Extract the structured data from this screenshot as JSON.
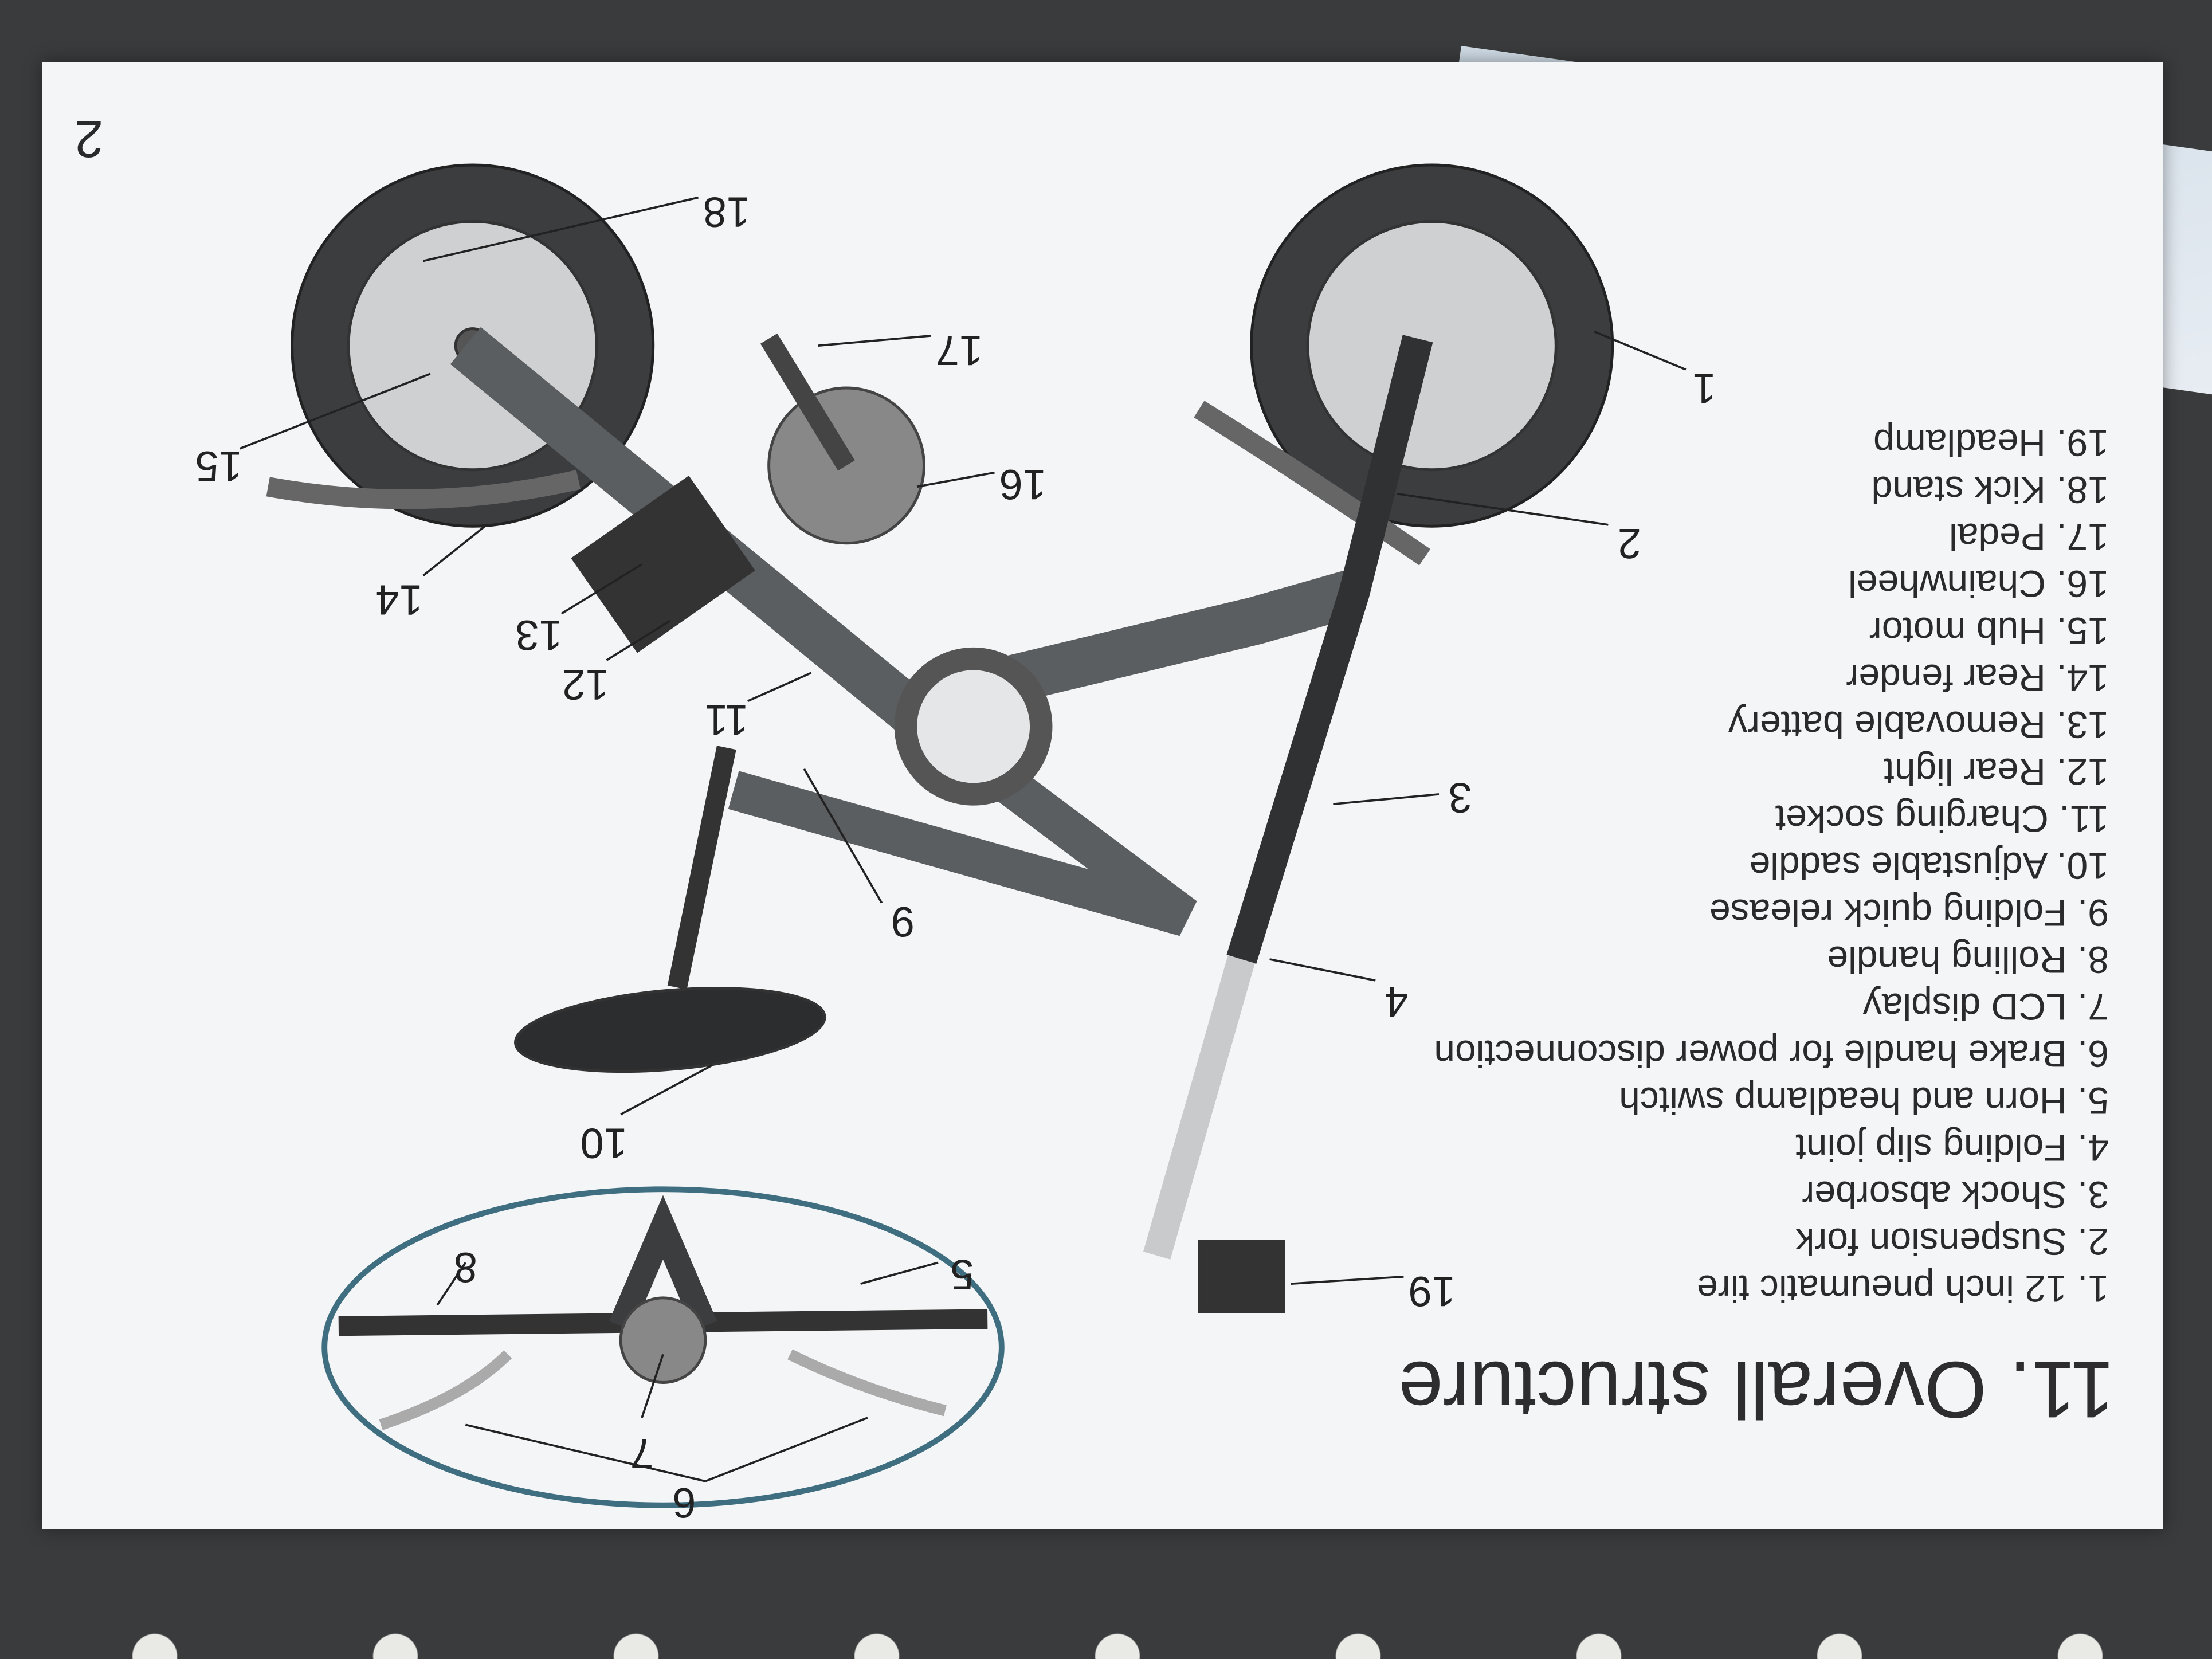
{
  "page_number": "2",
  "title": "11. Overall structure",
  "parts": [
    "1. 12 inch pneumatic tire",
    "2. Suspension fork",
    "3. Shock absorber",
    "4. Folding slip joint",
    "5. Horn and headlamp switch",
    "6. Brake handle for power disconnection",
    "7. LCD display",
    "8. Rolling handle",
    "9. Folding quick release",
    "10. Adjustable saddle",
    "11. Charging socket",
    "12. Rear light",
    "13. Removable battery",
    "14. Rear fender",
    "15. Hub motor",
    "16. Chainwheel",
    "17. Pedal",
    "18. Kick stand",
    "19. Headlamp"
  ],
  "callouts": {
    "n1": "1",
    "n2": "2",
    "n3": "3",
    "n4": "4",
    "n5": "5",
    "n6": "6",
    "n7": "7",
    "n8": "8",
    "n9": "9",
    "n10": "10",
    "n11": "11",
    "n12": "12",
    "n13": "13",
    "n14": "14",
    "n15": "15",
    "n16": "16",
    "n17": "17",
    "n18": "18",
    "n19": "19"
  }
}
